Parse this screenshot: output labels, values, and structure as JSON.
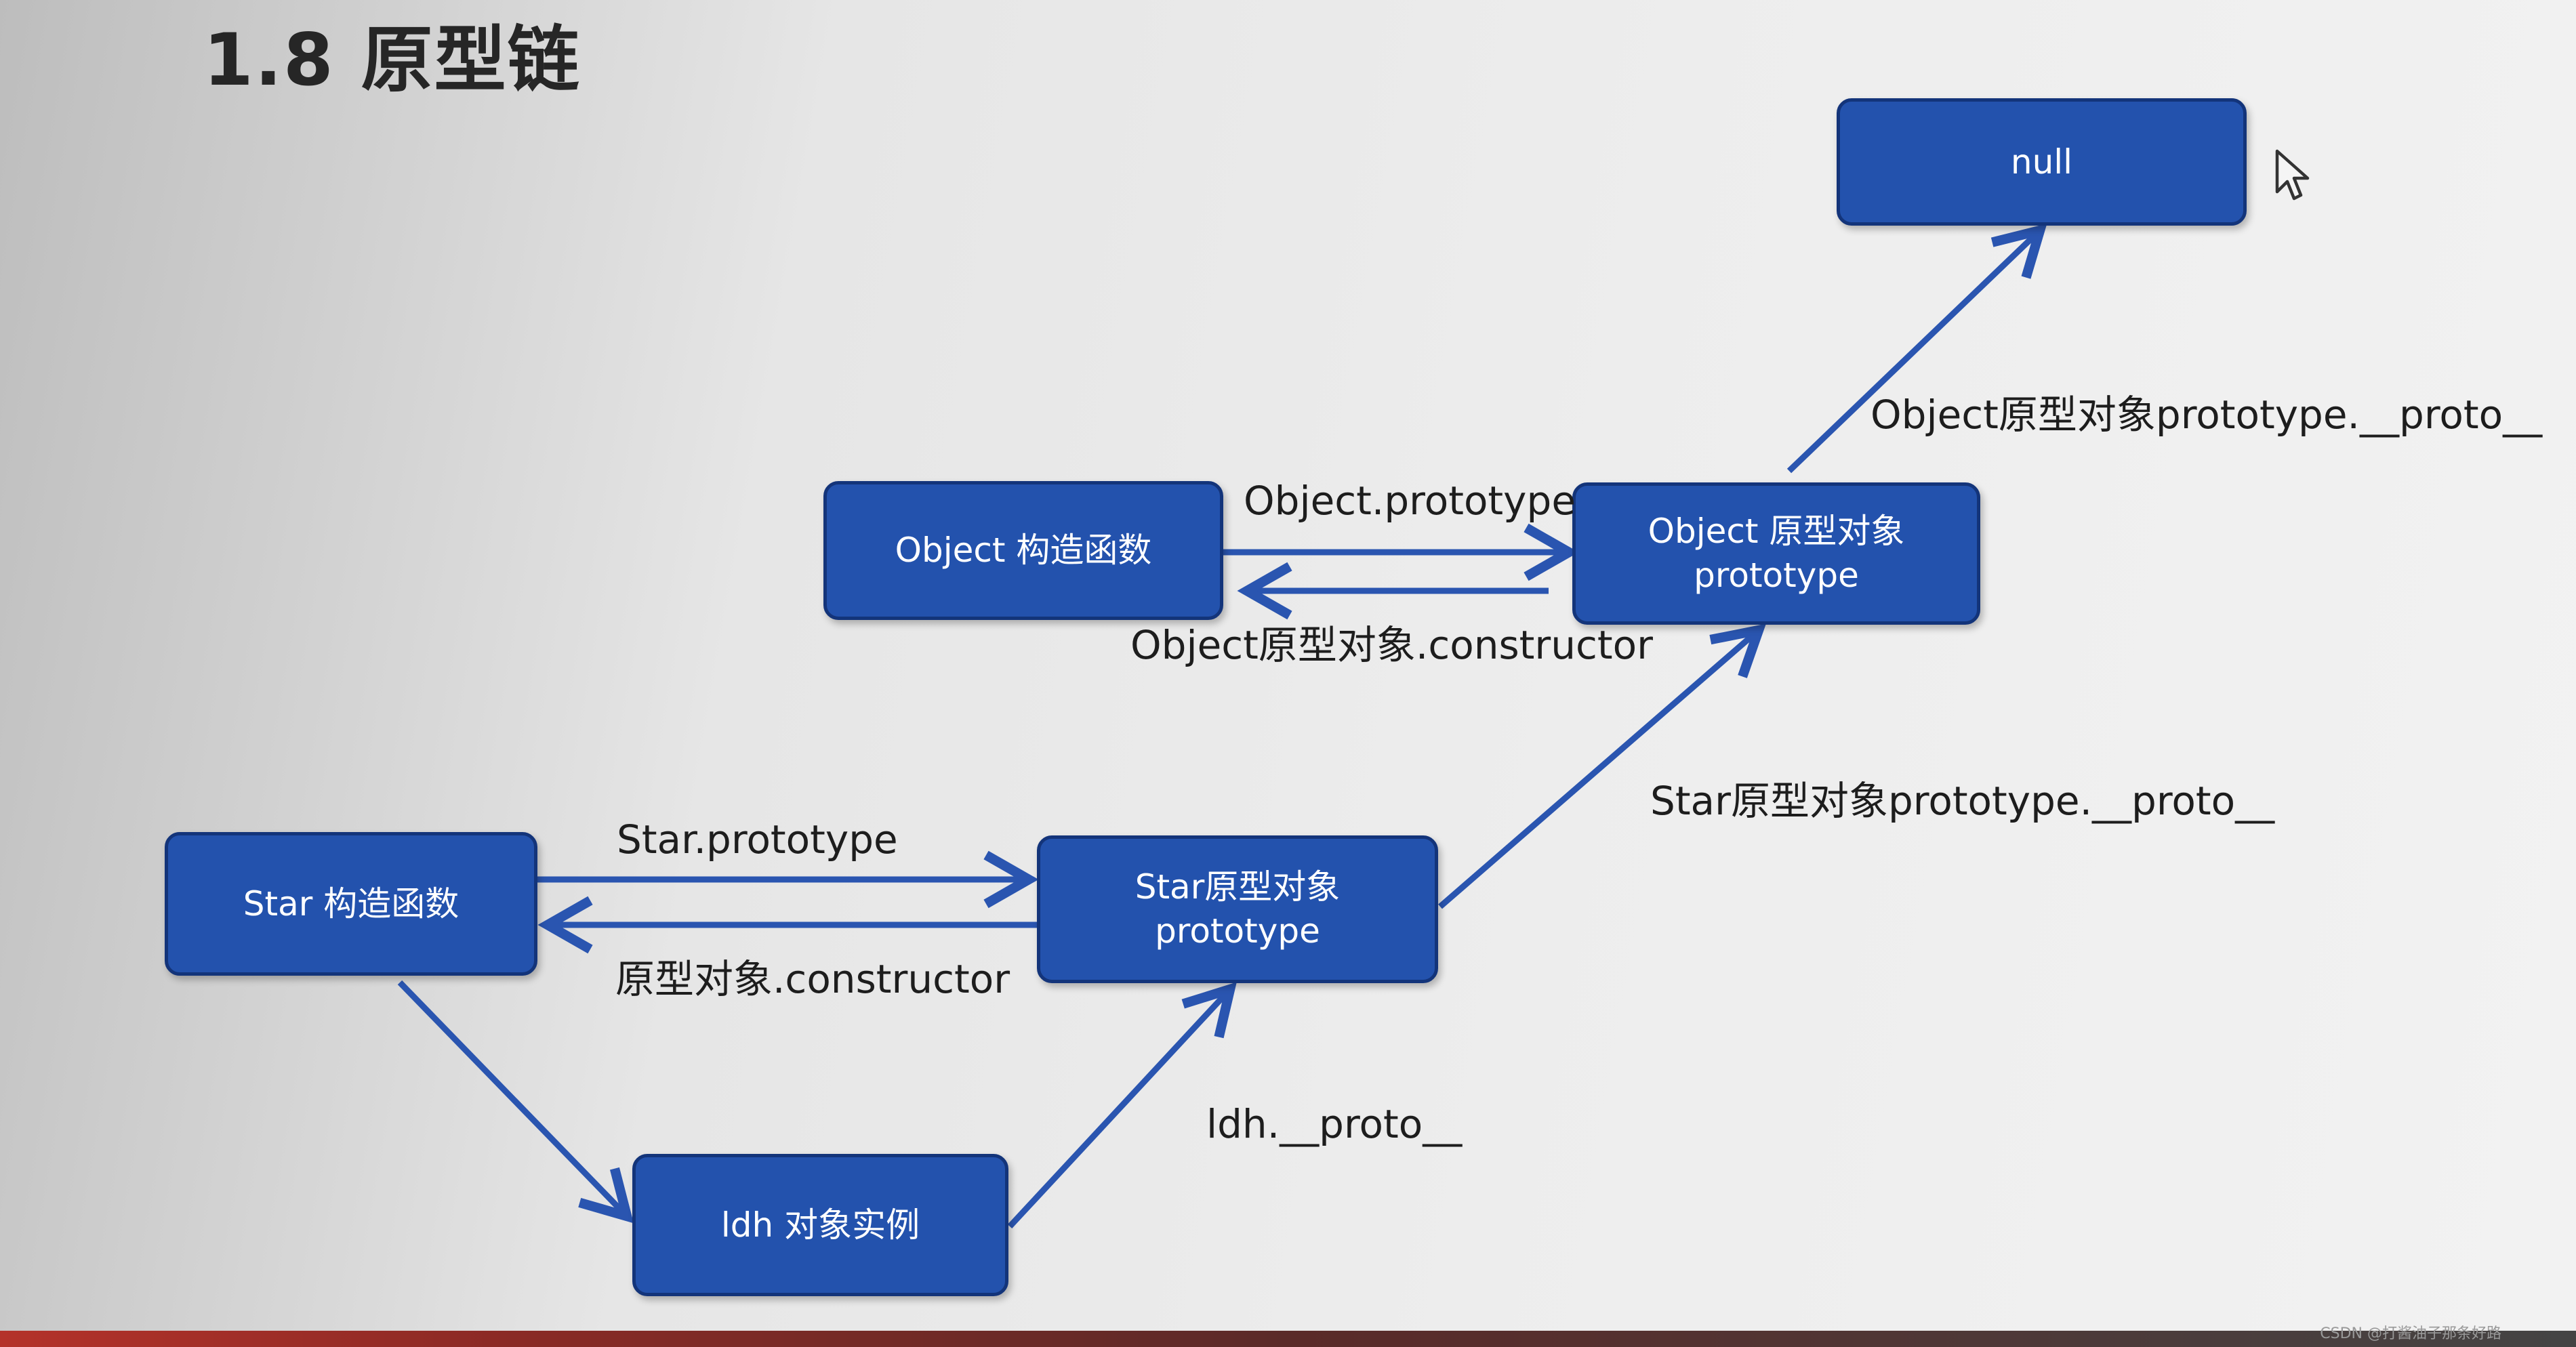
{
  "title": "1.8 原型链",
  "nodes": {
    "null": "null",
    "object_ctor": "Object 构造函数",
    "object_proto_line1": "Object 原型对象",
    "object_proto_line2": "prototype",
    "star_ctor": "Star 构造函数",
    "star_proto_line1": "Star原型对象",
    "star_proto_line2": "prototype",
    "ldh": "ldh 对象实例"
  },
  "edges": {
    "object_prototype": "Object.prototype",
    "object_constructor": "Object原型对象.constructor",
    "object_proto_to_null": "Object原型对象prototype.__proto__",
    "star_prototype": "Star.prototype",
    "star_constructor": "原型对象.constructor",
    "star_proto_to_object": "Star原型对象prototype.__proto__",
    "ldh_proto": "ldh.__proto__"
  },
  "colors": {
    "node_fill": "#2352ad",
    "node_border": "#13347a",
    "arrow": "#2a55b0"
  },
  "icons": [
    "mouse-cursor-icon"
  ],
  "watermark": "CSDN @打酱油子那条好路"
}
